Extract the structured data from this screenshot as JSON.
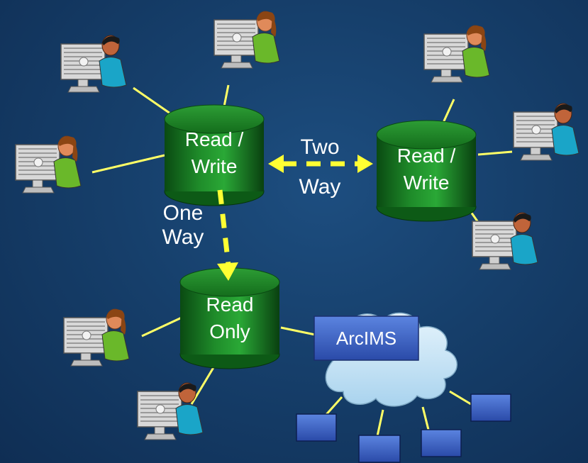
{
  "databases": {
    "left": {
      "line1": "Read /",
      "line2": "Write"
    },
    "right": {
      "line1": "Read /",
      "line2": "Write"
    },
    "bottom": {
      "line1": "Read",
      "line2": "Only"
    }
  },
  "sync": {
    "two_way": {
      "line1": "Two",
      "line2": "Way"
    },
    "one_way": {
      "line1": "One",
      "line2": "Way"
    }
  },
  "server": {
    "label": "ArcIMS"
  },
  "colors": {
    "background": "#163f6b",
    "database": "#1e8c2a",
    "connector": "#ffff66",
    "arrow": "#ffff33",
    "cloud": "#c9e4f5",
    "client_box": "#3a5fc8"
  },
  "icons": {
    "user": "person-at-computer-icon",
    "database": "database-cylinder-icon",
    "network": "cloud-icon",
    "client": "client-box-icon"
  }
}
